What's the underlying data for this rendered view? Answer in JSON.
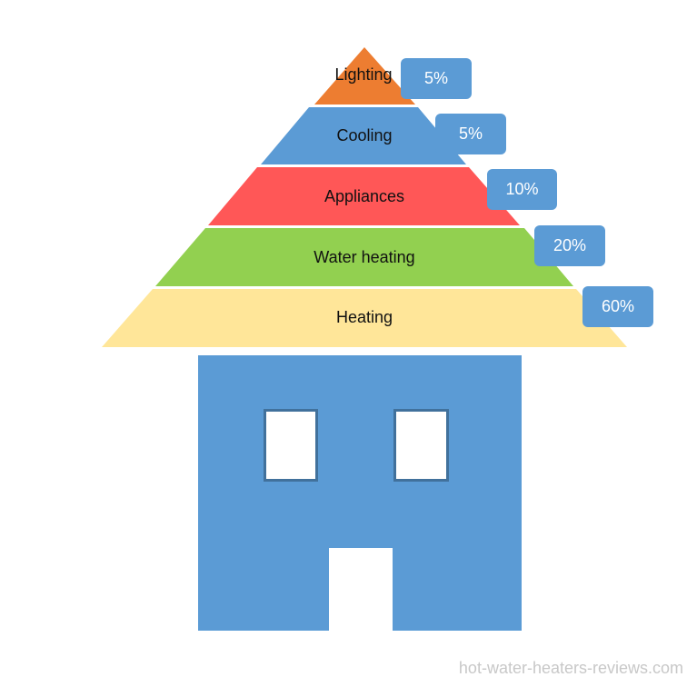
{
  "title": "Home energy use pyramid",
  "colors": {
    "lighting": "#ED7D31",
    "cooling": "#5B9BD5",
    "appliances": "#FF5757",
    "water_heating": "#92D050",
    "heating": "#FFE699",
    "badge": "#5B9BD5",
    "house": "#5B9BD5",
    "window_border": "#41719C"
  },
  "layers": [
    {
      "label": "Lighting",
      "value": "5%"
    },
    {
      "label": "Cooling",
      "value": "5%"
    },
    {
      "label": "Appliances",
      "value": "10%"
    },
    {
      "label": "Water heating",
      "value": "20%"
    },
    {
      "label": "Heating",
      "value": "60%"
    }
  ],
  "watermark": "hot-water-heaters-reviews.com",
  "chart_data": {
    "type": "pyramid",
    "title": "",
    "categories": [
      "Lighting",
      "Cooling",
      "Appliances",
      "Water heating",
      "Heating"
    ],
    "values": [
      5,
      5,
      10,
      20,
      60
    ],
    "unit": "%"
  }
}
